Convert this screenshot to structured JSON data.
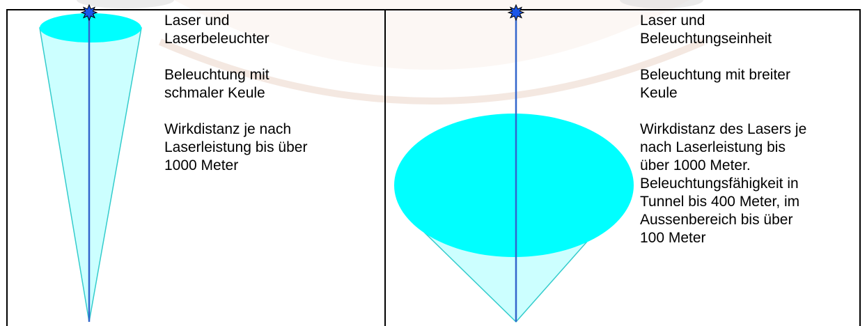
{
  "colors": {
    "cone_fill": "#ccffff",
    "cone_edge": "#33cccc",
    "beam_ellipse": "#00ffff",
    "laser_line": "#3366cc",
    "laser_source": "#1a56e8",
    "background_art": "#f3e4dc"
  },
  "icons": {
    "laser_source": "star-burst-icon"
  },
  "left_panel": {
    "lines": [
      "Laser und\nLaserbeleuchter",
      "Beleuchtung mit\nschmaler Keule",
      "Wirkdistanz je nach\nLaserleistung bis über\n1000 Meter"
    ]
  },
  "right_panel": {
    "lines": [
      "Laser und\nBeleuchtungseinheit",
      "Beleuchtung mit breiter\nKeule",
      "Wirkdistanz des Lasers je\nnach Laserleistung bis\nüber 1000 Meter.\nBeleuchtungsfähigkeit in\nTunnel bis 400 Meter, im\nAussenbereich bis über\n100 Meter"
    ]
  }
}
